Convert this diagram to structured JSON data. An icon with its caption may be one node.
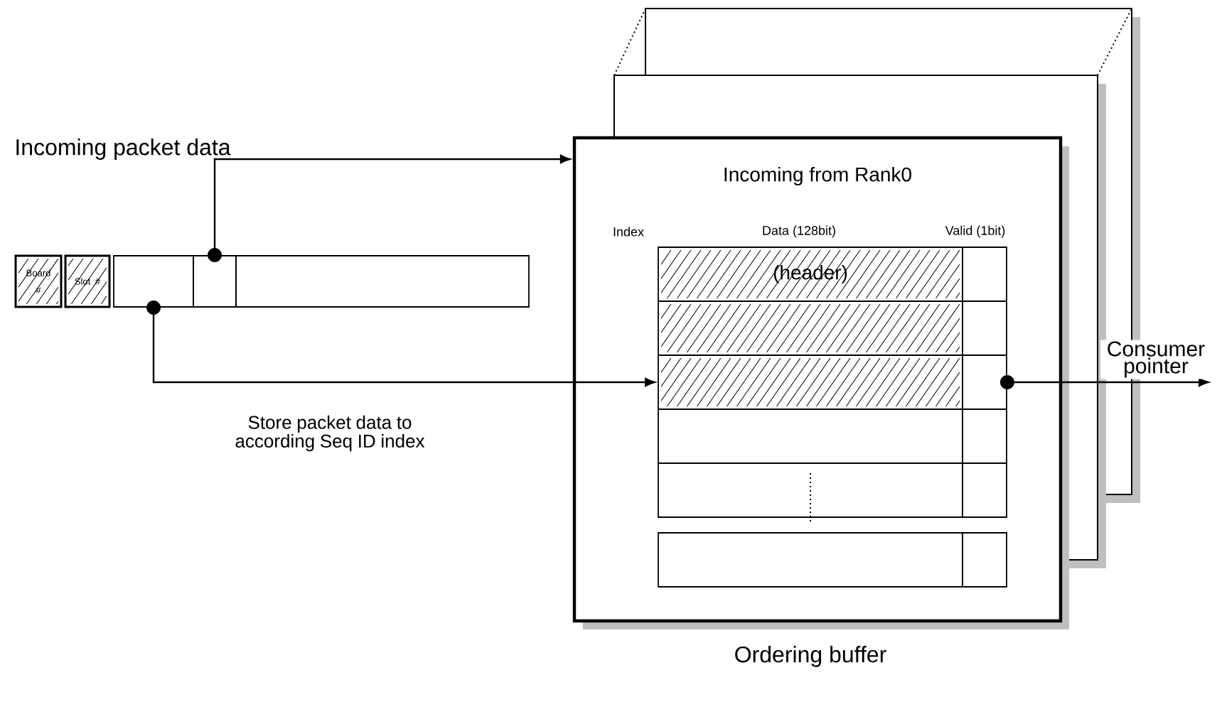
{
  "diagram": {
    "nodes": [
      {
        "text": [
          "Board #"
        ]
      },
      {
        "text": [
          "Slot #"
        ]
      },
      {
        "text": [],
        "shape": "box"
      },
      {
        "text": [],
        "shape": "box"
      },
      {
        "text": [],
        "shape": "box"
      },
      {
        "text": [
          "Incoming from Rank0"
        ]
      },
      {
        "text": [
          "(header)"
        ],
        "in": 5
      },
      {
        "text": [],
        "shape": "box",
        "in": 5
      },
      {
        "text": [],
        "shape": "box",
        "in": 5
      },
      {
        "text": [],
        "shape": "box",
        "in": 5
      },
      {
        "text": [],
        "shape": "box",
        "in": 5
      },
      {
        "text": [],
        "shape": "box",
        "in": 5
      },
      {
        "text": [],
        "shape": "box",
        "in": 5
      },
      {
        "text": [],
        "shape": "box",
        "in": 5
      },
      {
        "text": [],
        "shape": "box",
        "in": 5
      },
      {
        "text": [],
        "shape": "box",
        "in": 5
      },
      {
        "text": [],
        "shape": "box",
        "in": 5
      },
      {
        "text": [],
        "shape": "box",
        "in": 5
      }
    ],
    "edges": [
      {
        "from": 3,
        "to": 5,
        "arrow": "to"
      },
      {
        "from": 2,
        "to": 10,
        "arrow": "to",
        "label": "Store packet data to according Seq ID index"
      },
      {
        "from": 11,
        "to": null,
        "arrow": "to",
        "label": "Consumer pointer"
      }
    ],
    "labels": [
      "Incoming packet data",
      "Index",
      "Data (128bit)",
      "Valid (1bit)",
      "Ordering buffer"
    ]
  }
}
